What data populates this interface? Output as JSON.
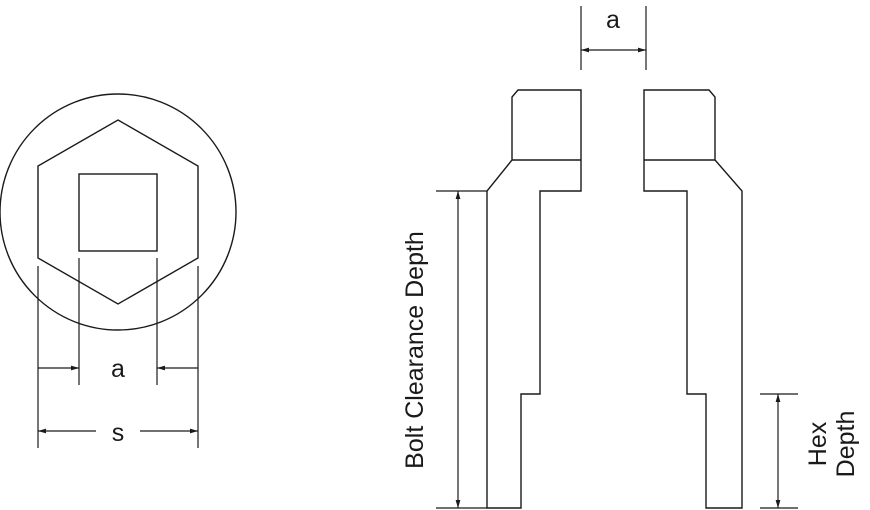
{
  "diagram": {
    "labels": {
      "a_top": "a",
      "a_left": "a",
      "s_left": "s",
      "bolt_clearance_depth": "Bolt Clearance Depth",
      "hex_depth_line1": "Hex",
      "hex_depth_line2": "Depth"
    },
    "colors": {
      "line": "#1a1a1a",
      "background": "#ffffff"
    }
  }
}
